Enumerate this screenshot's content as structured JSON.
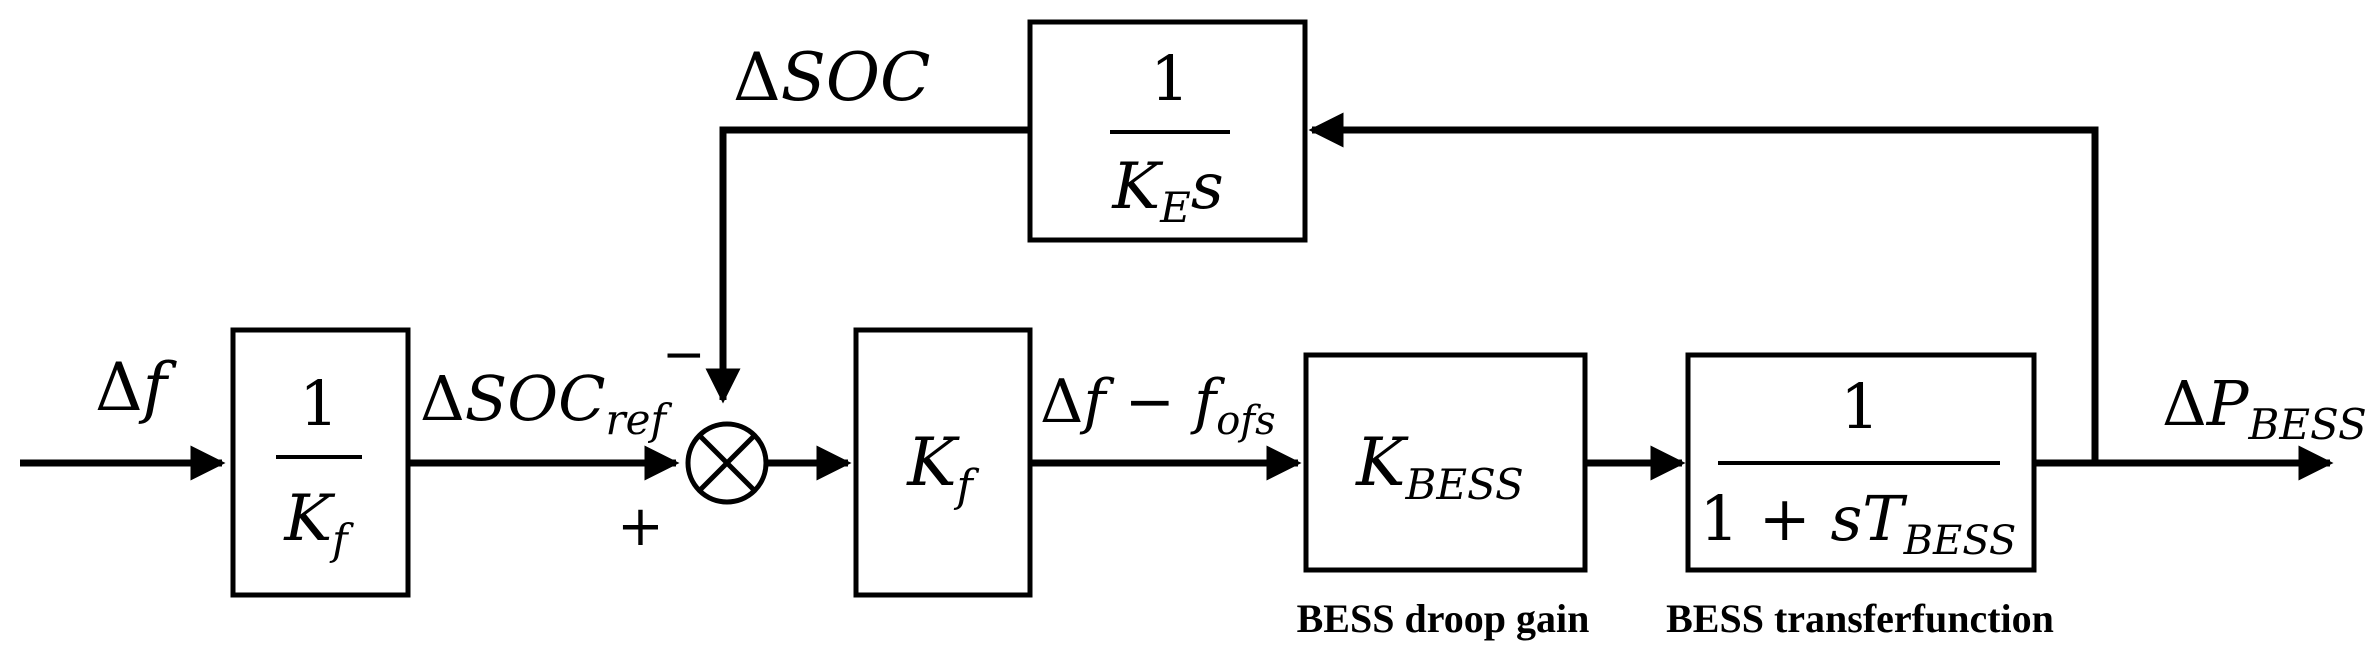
{
  "diagram": {
    "labels": {
      "input_signal": {
        "delta": "Δ",
        "sym": "f"
      },
      "delta_soc_feedback": {
        "delta": "Δ",
        "sym": "SOC"
      },
      "delta_soc_ref": {
        "delta": "Δ",
        "sym": "SOC",
        "sub": "ref"
      },
      "minus_sign": "−",
      "plus_sign": "+",
      "delta_f_minus_fofs": {
        "delta": "Δ",
        "sym": "f",
        "op": " − ",
        "sym2": "f",
        "sub2": "ofs"
      },
      "output_signal": {
        "delta": "Δ",
        "sym": "P",
        "sub": "BESS"
      }
    },
    "blocks": {
      "inverse_kf": {
        "numerator": "1",
        "den_sym": "K",
        "den_sub": "f"
      },
      "integrator": {
        "numerator": "1",
        "den_sym": "K",
        "den_sub": "E",
        "den_tail": "s"
      },
      "gain_kf": {
        "sym": "K",
        "sub": "f"
      },
      "droop_gain": {
        "sym": "K",
        "sub": "BESS",
        "caption": "BESS droop gain"
      },
      "transfer_function": {
        "numerator": "1",
        "den_prefix": "1 + ",
        "den_sym": "sT",
        "den_sub": "BESS",
        "caption": "BESS transferfunction"
      }
    }
  }
}
